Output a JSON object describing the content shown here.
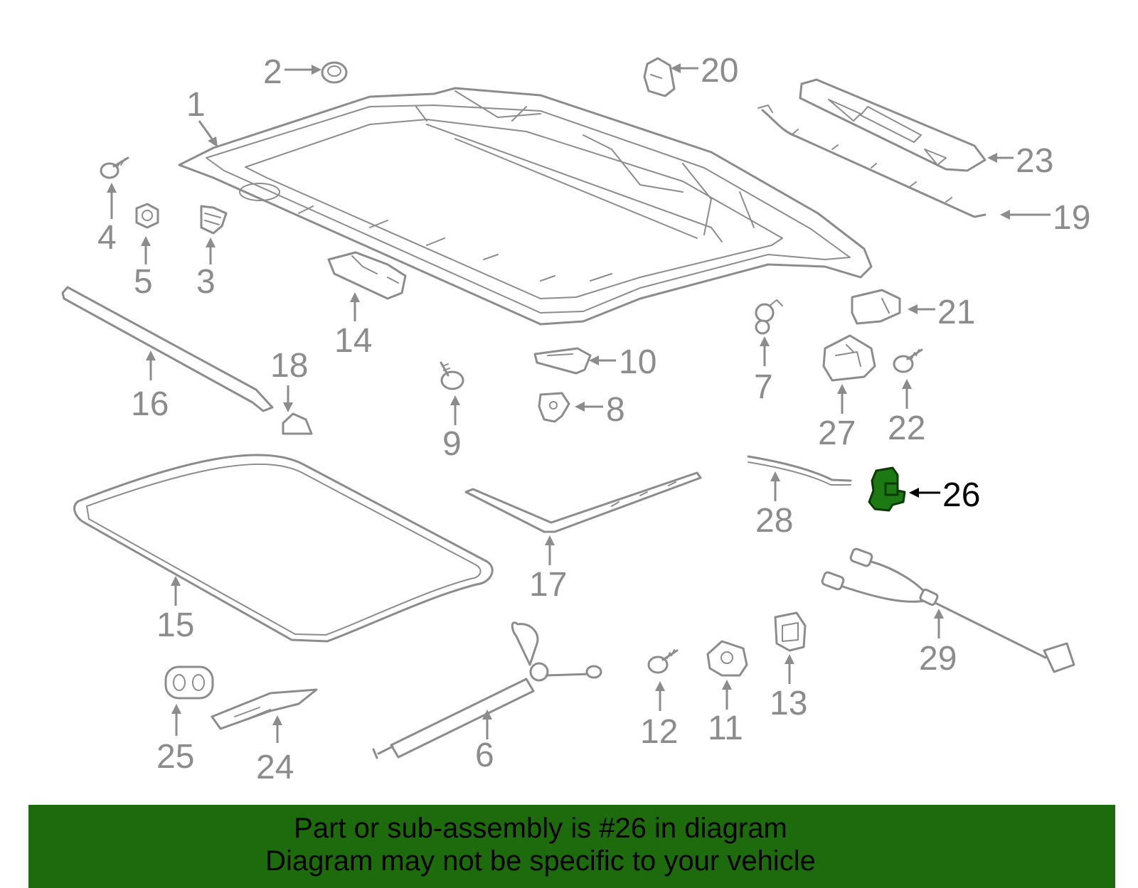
{
  "diagram": {
    "callouts": [
      {
        "id": "1",
        "label": "1"
      },
      {
        "id": "2",
        "label": "2"
      },
      {
        "id": "3",
        "label": "3"
      },
      {
        "id": "4",
        "label": "4"
      },
      {
        "id": "5",
        "label": "5"
      },
      {
        "id": "6",
        "label": "6"
      },
      {
        "id": "7",
        "label": "7"
      },
      {
        "id": "8",
        "label": "8"
      },
      {
        "id": "9",
        "label": "9"
      },
      {
        "id": "10",
        "label": "10"
      },
      {
        "id": "11",
        "label": "11"
      },
      {
        "id": "12",
        "label": "12"
      },
      {
        "id": "13",
        "label": "13"
      },
      {
        "id": "14",
        "label": "14"
      },
      {
        "id": "15",
        "label": "15"
      },
      {
        "id": "16",
        "label": "16"
      },
      {
        "id": "17",
        "label": "17"
      },
      {
        "id": "18",
        "label": "18"
      },
      {
        "id": "19",
        "label": "19"
      },
      {
        "id": "20",
        "label": "20"
      },
      {
        "id": "21",
        "label": "21"
      },
      {
        "id": "22",
        "label": "22"
      },
      {
        "id": "23",
        "label": "23"
      },
      {
        "id": "24",
        "label": "24"
      },
      {
        "id": "25",
        "label": "25"
      },
      {
        "id": "26",
        "label": "26",
        "highlighted": true
      },
      {
        "id": "27",
        "label": "27"
      },
      {
        "id": "28",
        "label": "28"
      },
      {
        "id": "29",
        "label": "29"
      }
    ],
    "highlight_color": "#1e6b0e",
    "part_color": "#8c8c8c"
  },
  "banner": {
    "line1": "Part or sub-assembly is #26 in diagram",
    "line2": "Diagram may not be specific to your vehicle"
  }
}
